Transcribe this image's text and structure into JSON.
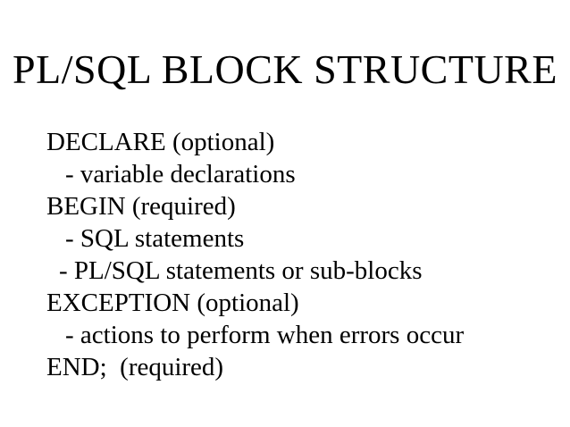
{
  "slide": {
    "title": "PL/SQL BLOCK STRUCTURE",
    "background_color": "#ffffff",
    "text_color": "#000000",
    "body_lines": [
      {
        "text": "DECLARE (optional)",
        "indent": 0
      },
      {
        "text": "- variable declarations",
        "indent": 1
      },
      {
        "text": "BEGIN (required)",
        "indent": 0
      },
      {
        "text": "- SQL statements",
        "indent": 1
      },
      {
        "text": "- PL/SQL statements or sub-blocks",
        "indent": 2
      },
      {
        "text": "EXCEPTION (optional)",
        "indent": 0
      },
      {
        "text": "- actions to perform when errors occur",
        "indent": 1
      },
      {
        "text": "END;  (required)",
        "indent": 0
      }
    ]
  }
}
